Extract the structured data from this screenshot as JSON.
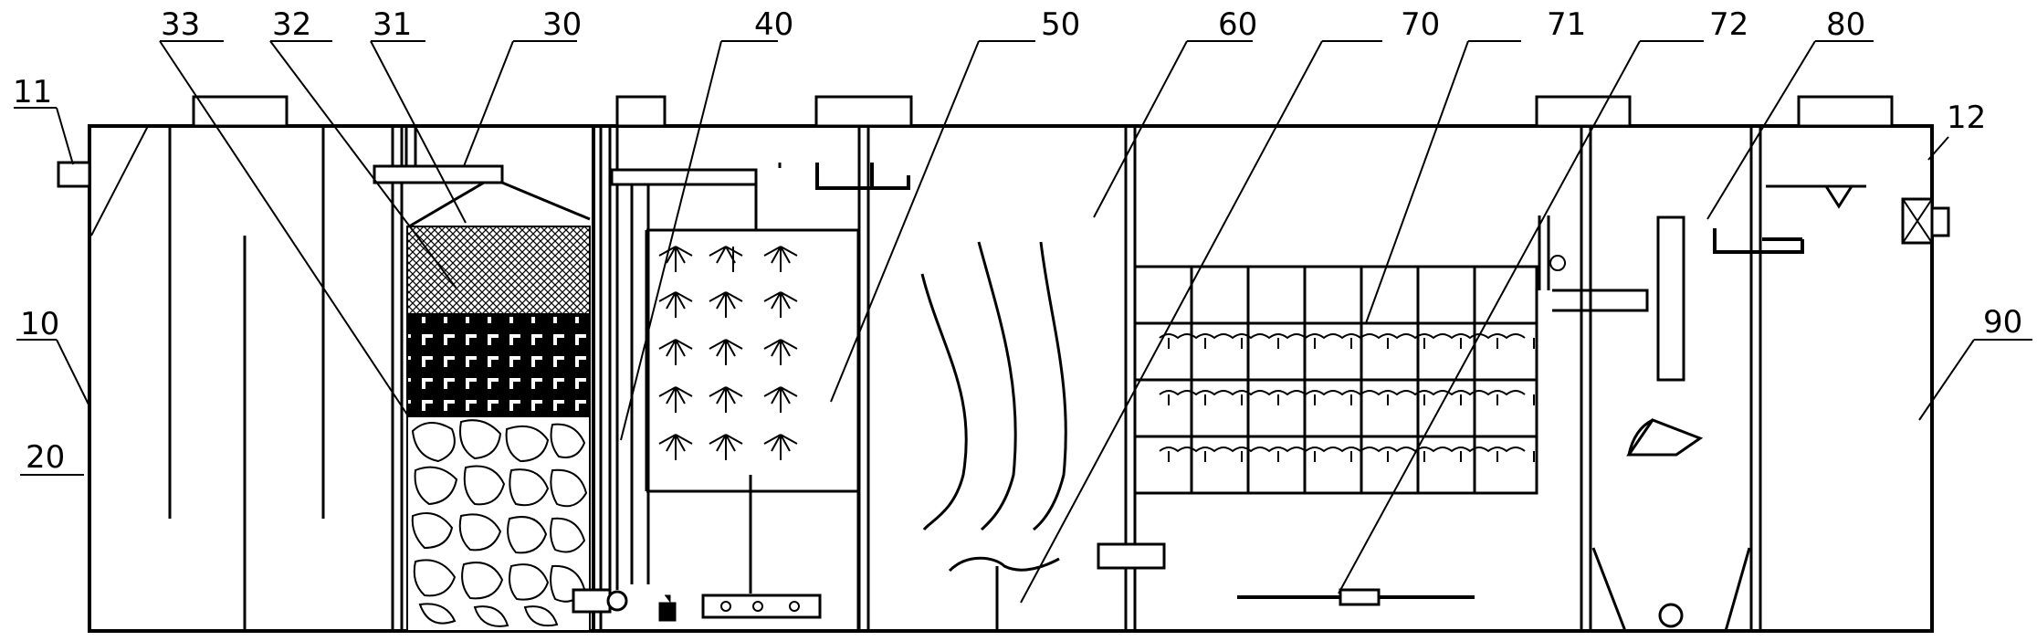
{
  "labels": {
    "l11": "11",
    "l10": "10",
    "l20": "20",
    "l33": "33",
    "l32": "32",
    "l31": "31",
    "l30": "30",
    "l40": "40",
    "l50": "50",
    "l60": "60",
    "l70": "70",
    "l71": "71",
    "l72": "72",
    "l80": "80",
    "l12": "12",
    "l90": "90"
  },
  "colors": {
    "line": "#000000",
    "background": "#ffffff"
  }
}
